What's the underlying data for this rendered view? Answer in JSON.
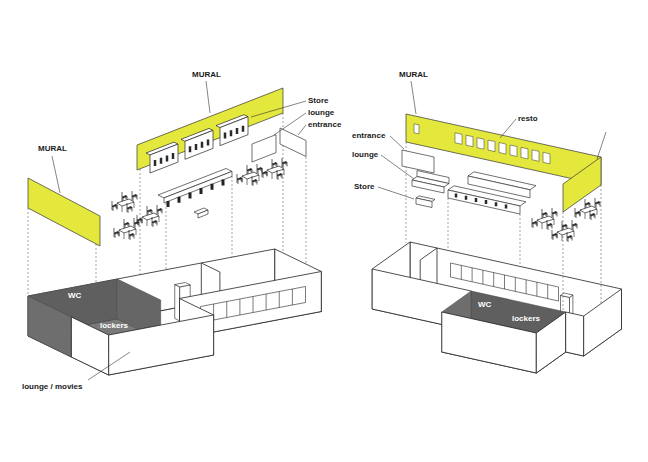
{
  "diagram": {
    "labels": [
      "MURAL",
      "MURAL",
      "Store",
      "lounge",
      "resto",
      "entrance",
      "entrance",
      "MURAL",
      "lounge",
      "Store",
      "WC",
      "lockers",
      "WC",
      "lockers",
      "lounge / movies"
    ]
  }
}
